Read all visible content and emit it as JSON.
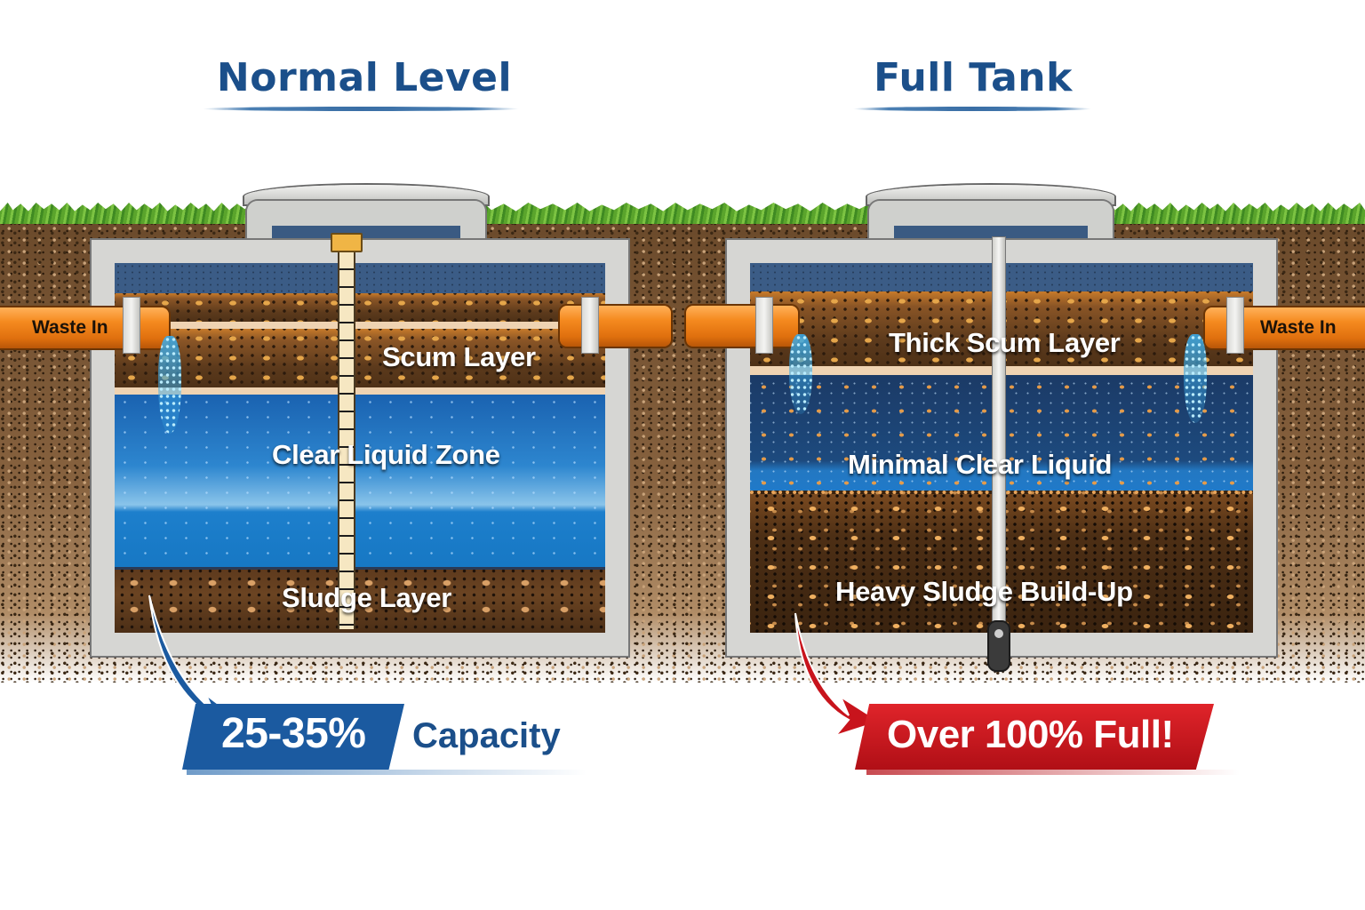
{
  "panels": [
    {
      "id": "normal",
      "title": "Normal Level",
      "inlet_label": "Waste In",
      "layers": [
        {
          "name": "Scum Layer"
        },
        {
          "name": "Clear Liquid Zone"
        },
        {
          "name": "Sludge Layer"
        }
      ],
      "callout": {
        "value": "25-35%",
        "suffix": "Capacity",
        "color": "#1b5aa0"
      }
    },
    {
      "id": "full",
      "title": "Full Tank",
      "inlet_label": "Waste In",
      "layers": [
        {
          "name": "Thick Scum Layer"
        },
        {
          "name": "Minimal Clear Liquid"
        },
        {
          "name": "Heavy Sludge Build-Up"
        }
      ],
      "callout": {
        "value": "Over 100% Full!",
        "color": "#c8141c"
      }
    }
  ],
  "colors": {
    "title_blue": "#1b4f8a",
    "pipe_orange": "#f58a1f",
    "water_blue": "#1d7fcc",
    "sludge_brown": "#5e3a1d",
    "alert_red": "#c8141c"
  }
}
